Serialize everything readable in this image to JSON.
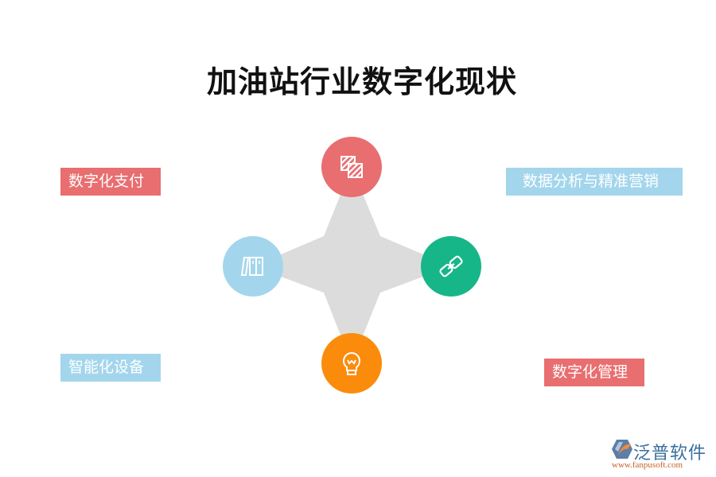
{
  "title": "加油站行业数字化现状",
  "colors": {
    "red": "#E86E70",
    "blue": "#A3D6EC",
    "green": "#17B688",
    "orange": "#FB8C0B",
    "star_gray": "#DCDCDC",
    "title": "#111111"
  },
  "nodes": {
    "top": {
      "icon": "hatched-squares-icon",
      "color": "#E86E70"
    },
    "left": {
      "icon": "books-icon",
      "color": "#A3D6EC"
    },
    "right": {
      "icon": "link-icon",
      "color": "#17B688"
    },
    "bottom": {
      "icon": "lightbulb-icon",
      "color": "#FB8C0B"
    }
  },
  "labels": {
    "top_left": {
      "text": "数字化支付",
      "color": "#E86E70"
    },
    "top_right": {
      "text": "数据分析与精准营销",
      "color": "#A3D6EC"
    },
    "bottom_left": {
      "text": "智能化设备",
      "color": "#A3D6EC"
    },
    "bottom_right": {
      "text": "数字化管理",
      "color": "#E86E70"
    }
  },
  "watermark": {
    "brand": "泛普软件",
    "url": "www.fanpusoft.com"
  }
}
